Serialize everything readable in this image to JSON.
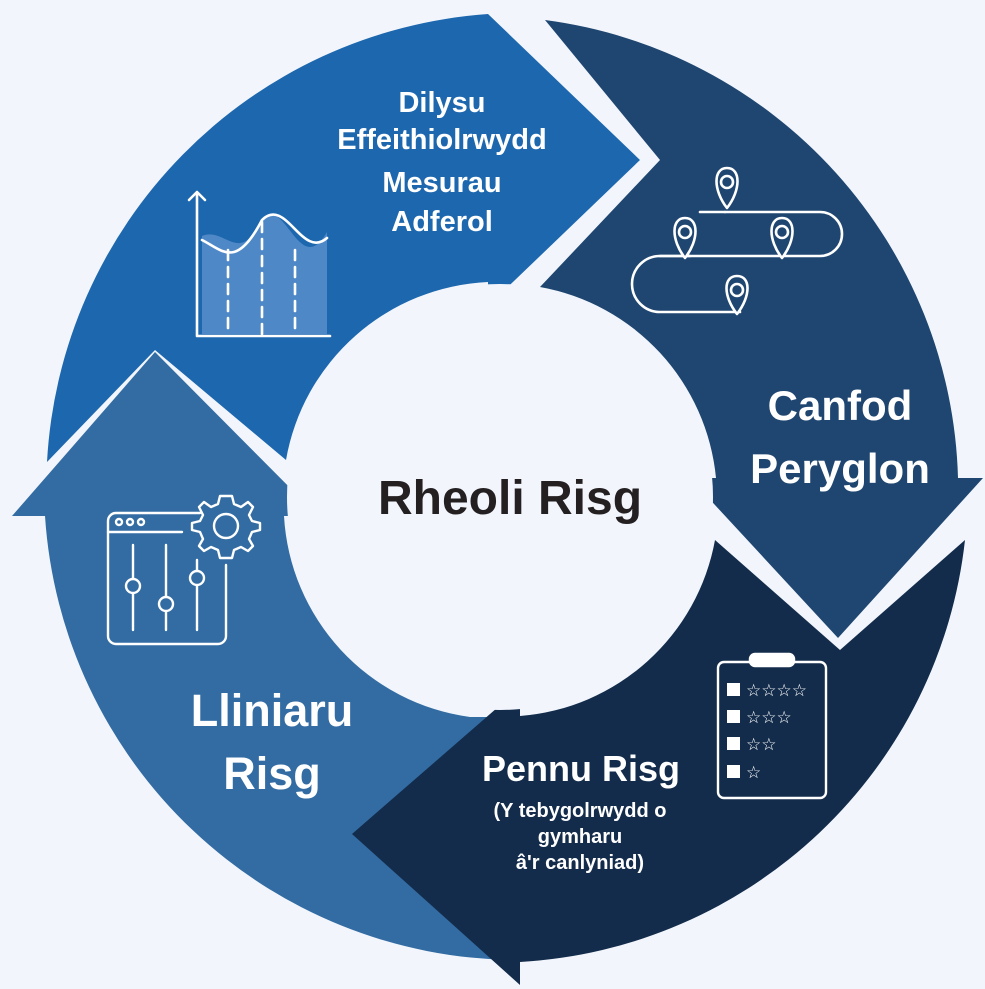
{
  "center_title": "Rheoli Risg",
  "segments": [
    {
      "id": "verify",
      "lines": [
        "Dilysu",
        "Effeithiolrwydd",
        "Mesurau",
        "Adferol"
      ],
      "icon": "area-chart-icon",
      "color": "#1d67ae"
    },
    {
      "id": "identify",
      "lines": [
        "Canfod",
        "Peryglon"
      ],
      "icon": "map-route-pins-icon",
      "color": "#1f4670"
    },
    {
      "id": "assess",
      "title": "Pennu Risg",
      "sublines": [
        "(Y tebygolrwydd o",
        "gymharu",
        "â'r canlyniad)"
      ],
      "icon": "rating-clipboard-icon",
      "color": "#132c4b"
    },
    {
      "id": "mitigate",
      "lines": [
        "Lliniaru",
        "Risg"
      ],
      "icon": "settings-sliders-icon",
      "color": "#336ca3"
    }
  ],
  "background": "#f2f6fc"
}
